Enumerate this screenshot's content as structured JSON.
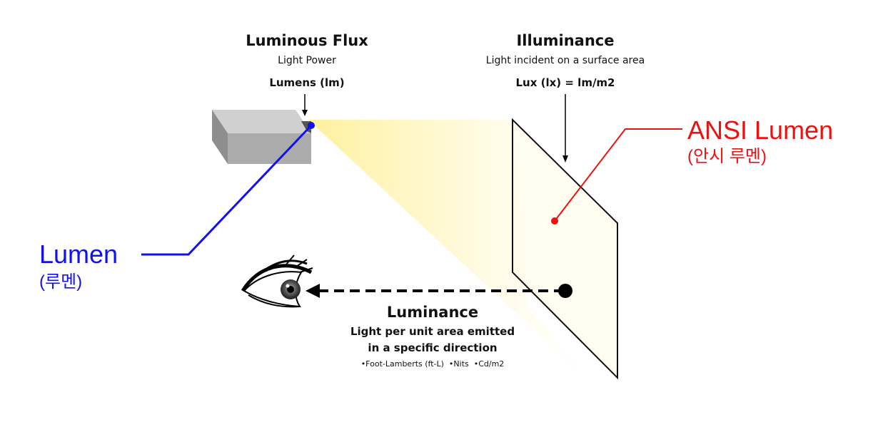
{
  "luminous_flux": {
    "title": "Luminous Flux",
    "subtitle": "Light Power",
    "unit": "Lumens (lm)"
  },
  "illuminance": {
    "title": "Illuminance",
    "subtitle": "Light incident on a surface area",
    "unit": "Lux (lx) = lm/m2"
  },
  "luminance": {
    "title": "Luminance",
    "line1": "Light per unit area emitted",
    "line2": "in a specific direction",
    "units": "•Foot-Lamberts (ft-L)  •Nits  •Cd/m2"
  },
  "callouts": {
    "lumen": {
      "label": "Lumen",
      "sublabel": "(루멘)",
      "color": "#1010f0"
    },
    "ansi": {
      "label": "ANSI Lumen",
      "sublabel": "(안시 루멘)",
      "color": "#ee1111"
    }
  },
  "colors": {
    "light_beam": "#fff3a0",
    "projector_top": "#d4d4d4",
    "projector_front": "#9a9a9a",
    "projector_side": "#b4b4b4",
    "screen_fill": "#fffbe8",
    "arrow": "#000000"
  }
}
